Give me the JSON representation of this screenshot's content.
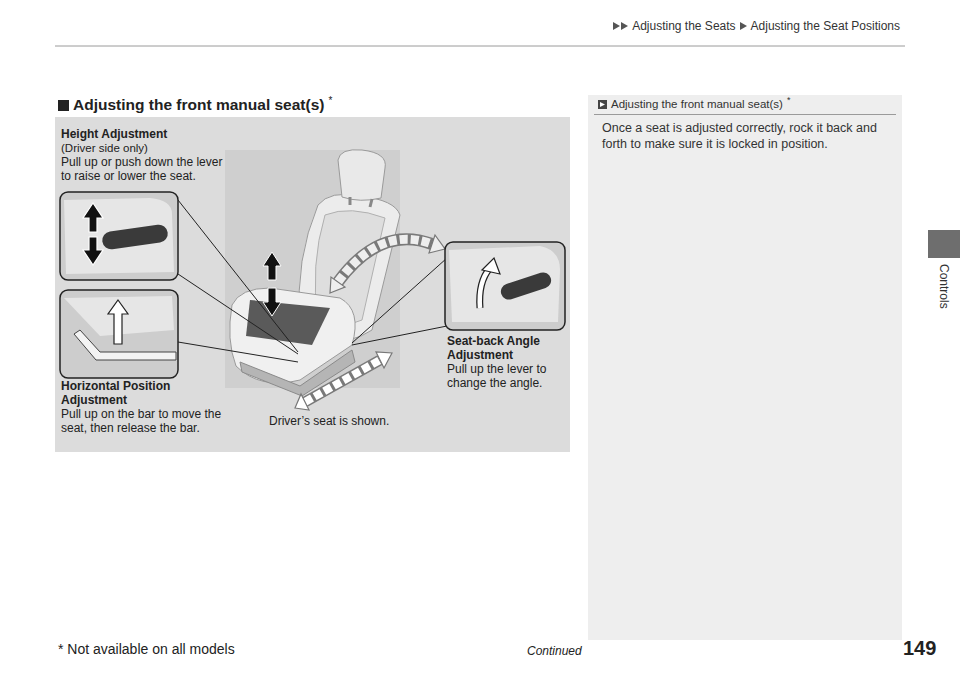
{
  "diagram": {
    "title": "Adjusting the front manual seat(s)",
    "nodes": [
      {
        "text": [
          "Height Adjustment",
          "(Driver side only)",
          "Pull up or push down the lever to raise or lower the seat.",
          "Horizontal Position Adjustment",
          "Pull up on the bar to move the seat, then release the bar.",
          "Seat-back Angle Adjustment",
          "Pull up the lever to change the angle.",
          "Driver’s seat is shown."
        ]
      },
      {
        "text": [
          "Adjusting the front manual seat(s)",
          "Once a seat is adjusted correctly, rock it back and forth to make sure it is locked in position."
        ]
      },
      {
        "text": [
          "Controls"
        ]
      }
    ],
    "labels": [
      "Adjusting the Seats",
      "Adjusting the Seat Positions",
      "*",
      "*",
      "Continued",
      "149",
      "* Not available on all models"
    ]
  }
}
